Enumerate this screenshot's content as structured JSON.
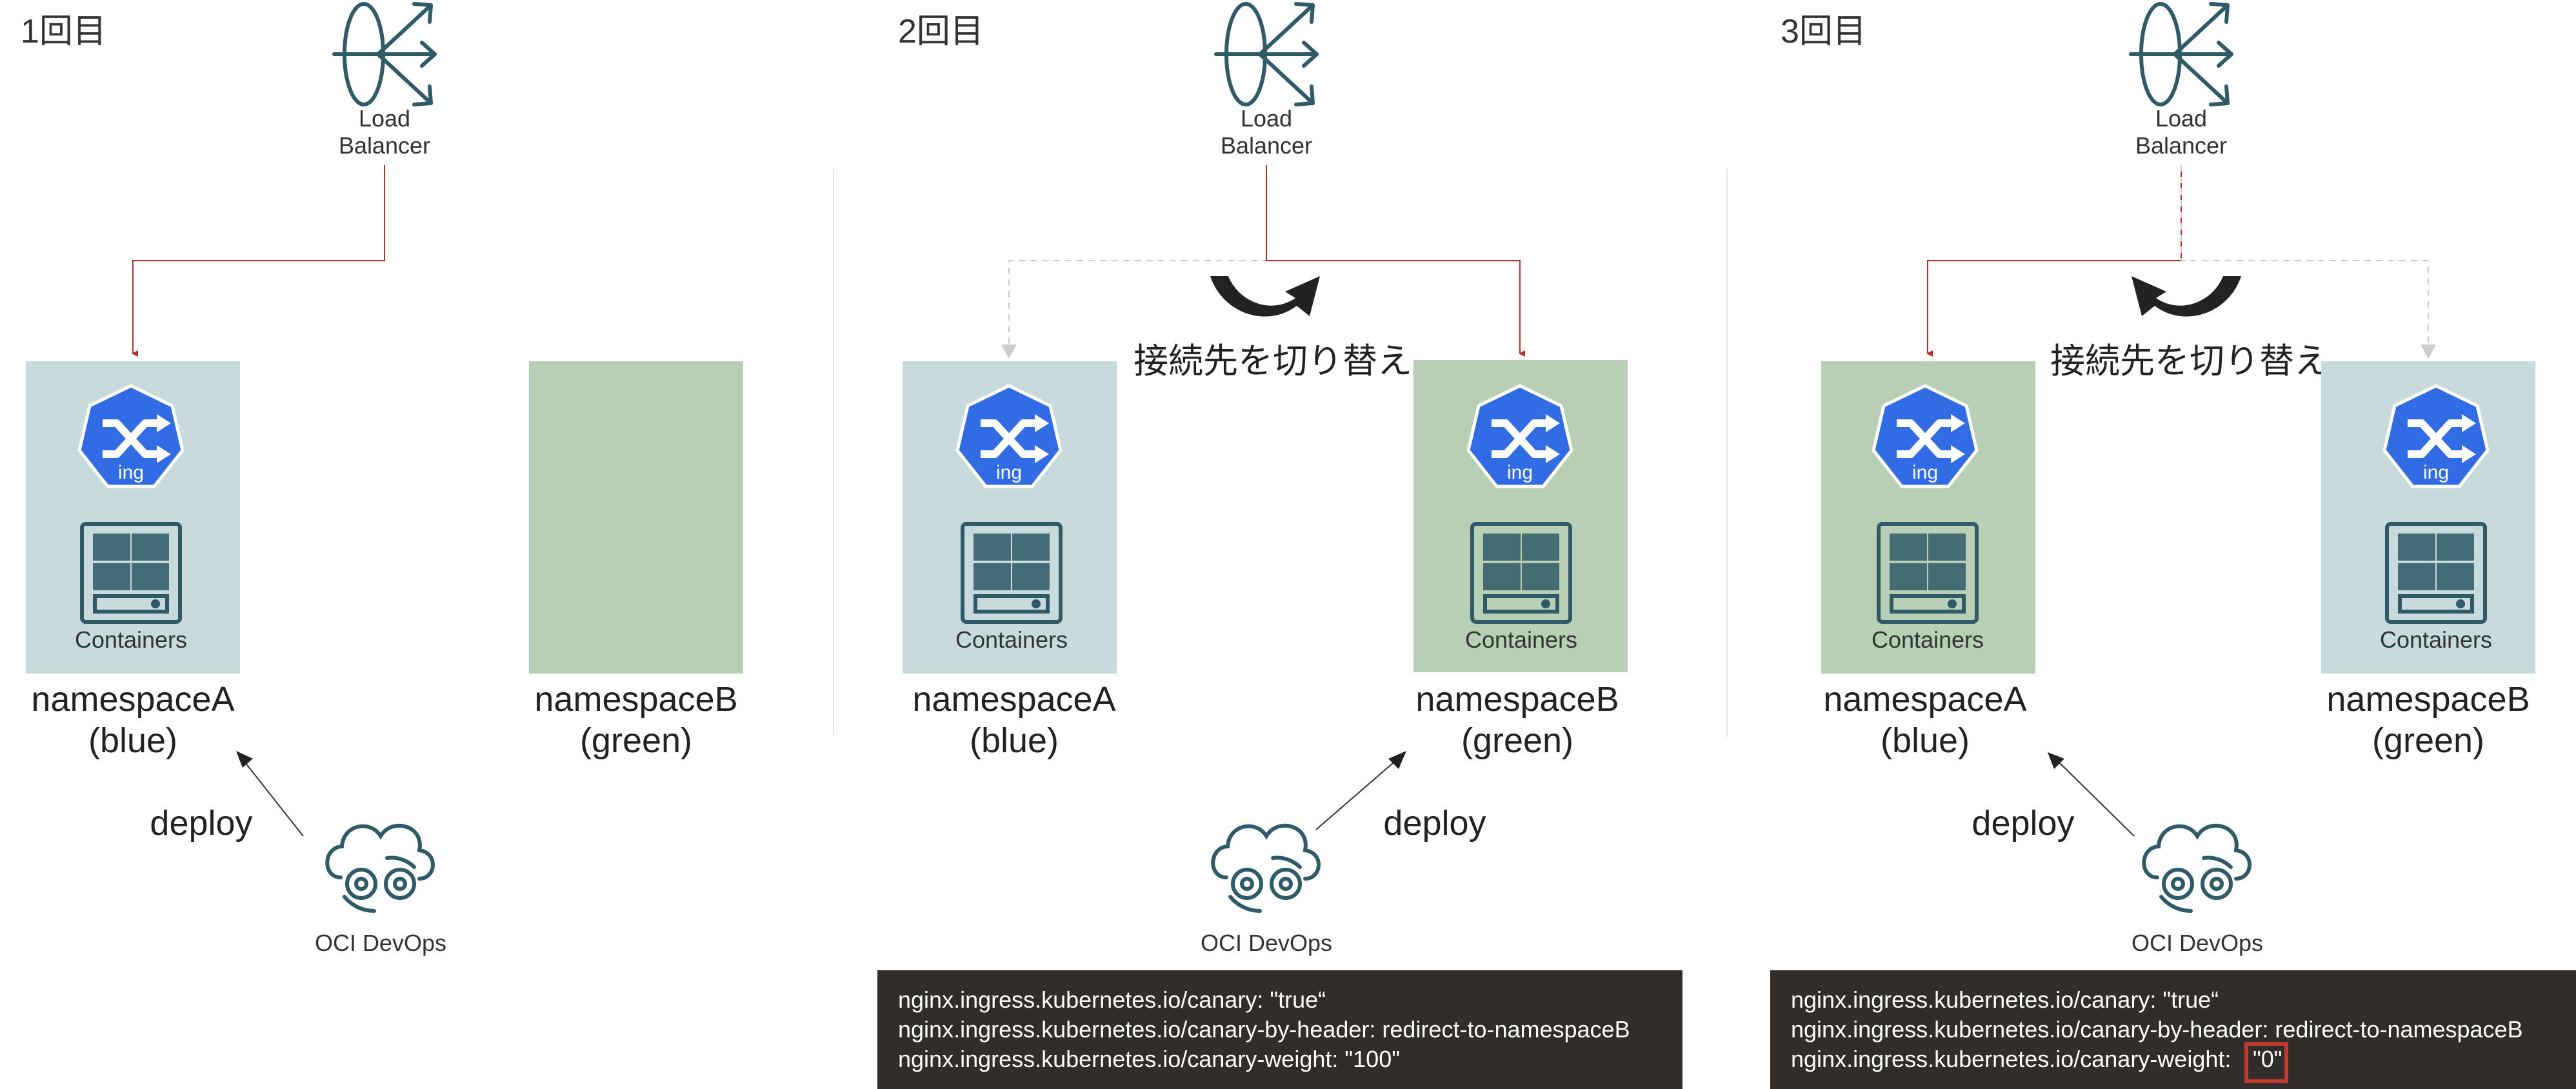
{
  "panels": [
    {
      "step_label": "1回目",
      "lb_label_line1": "Load",
      "lb_label_line2": "Balancer",
      "ns_a": {
        "name": "namespaceA",
        "color_label": "(blue)",
        "has_content": true,
        "active": true
      },
      "ns_b": {
        "name": "namespaceB",
        "color_label": "(green)",
        "has_content": false,
        "active": false
      },
      "ingress_label": "ing",
      "containers_label": "Containers",
      "deploy_label": "deploy",
      "devops_label": "OCI DevOps",
      "switch_label": "",
      "code_lines": []
    },
    {
      "step_label": "2回目",
      "lb_label_line1": "Load",
      "lb_label_line2": "Balancer",
      "ns_a": {
        "name": "namespaceA",
        "color_label": "(blue)",
        "has_content": true,
        "active": false
      },
      "ns_b": {
        "name": "namespaceB",
        "color_label": "(green)",
        "has_content": true,
        "active": true
      },
      "ingress_label": "ing",
      "containers_label": "Containers",
      "deploy_label": "deploy",
      "devops_label": "OCI DevOps",
      "switch_label": "接続先を切り替え",
      "code_lines": [
        "nginx.ingress.kubernetes.io/canary: \"true“",
        "nginx.ingress.kubernetes.io/canary-by-header: redirect-to-namespaceB",
        "nginx.ingress.kubernetes.io/canary-weight: \"100\""
      ]
    },
    {
      "step_label": "3回目",
      "lb_label_line1": "Load",
      "lb_label_line2": "Balancer",
      "ns_a": {
        "name": "namespaceA",
        "color_label": "(blue)",
        "has_content": true,
        "active": true
      },
      "ns_b": {
        "name": "namespaceB",
        "color_label": "(green)",
        "has_content": true,
        "active": false
      },
      "ingress_label": "ing",
      "containers_label": "Containers",
      "deploy_label": "deploy",
      "devops_label": "OCI DevOps",
      "switch_label": "接続先を切り替え",
      "code_lines": [
        "nginx.ingress.kubernetes.io/canary: \"true“",
        "nginx.ingress.kubernetes.io/canary-by-header: redirect-to-namespaceB",
        "nginx.ingress.kubernetes.io/canary-weight: ",
        "\"0\""
      ]
    }
  ],
  "colors": {
    "blue_namespace": "#c8dadb",
    "green_namespace": "#b8cfb6",
    "icon_teal": "#2f5b68",
    "kube_blue": "#326ce5",
    "active_route": "#b8302b",
    "inactive_route": "#cccccc",
    "code_bg": "#312d2a",
    "highlight": "#c0392b"
  }
}
